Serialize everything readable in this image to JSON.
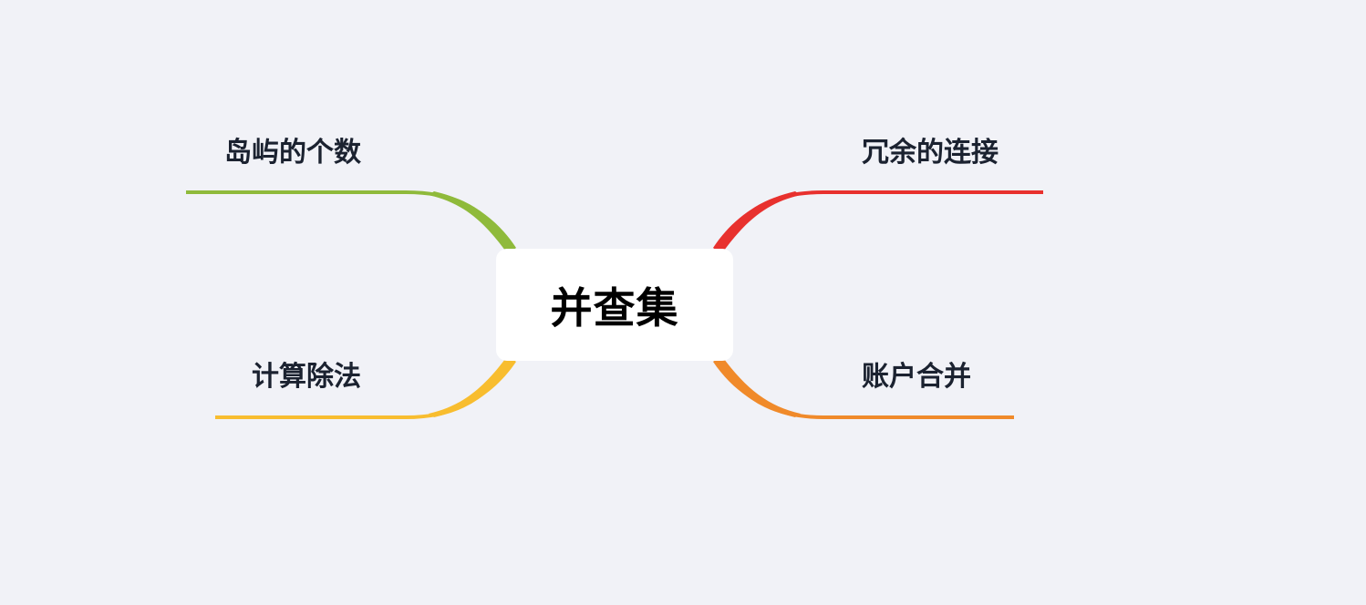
{
  "colors": {
    "background": "#f1f2f7",
    "center_fill": "#ffffff",
    "branch_top_left": "#8fba3b",
    "branch_bottom_left": "#f8bd2f",
    "branch_top_right": "#e8312e",
    "branch_bottom_right": "#f08a2a"
  },
  "mindmap": {
    "root": {
      "title": "并查集"
    },
    "branches": {
      "top_left": {
        "label": "岛屿的个数"
      },
      "bottom_left": {
        "label": "计算除法"
      },
      "top_right": {
        "label": "冗余的连接"
      },
      "bottom_right": {
        "label": "账户合并"
      }
    }
  }
}
